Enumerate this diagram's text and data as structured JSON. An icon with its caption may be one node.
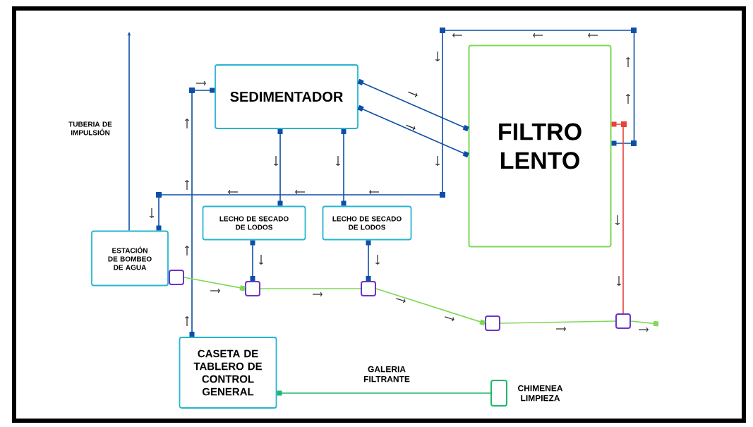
{
  "diagram": {
    "nodes": [
      {
        "text": [
          "SEDIMENTADOR"
        ]
      },
      {
        "text": [
          "FILTRO LENTO"
        ]
      },
      {
        "text": [
          "LECHO DE SECADO DE LODOS"
        ]
      },
      {
        "text": [
          "LECHO DE SECADO DE LODOS"
        ]
      },
      {
        "text": [
          "ESTACIÓN DE BOMBEO DE AGUA"
        ]
      },
      {
        "text": [
          "CASETA DE TABLERO DE CONTROL GENERAL"
        ]
      },
      {
        "text": [],
        "shape": "box",
        "beside": [
          "CHIMENEA LIMPIEZA"
        ]
      },
      {
        "text": [],
        "shape": "box"
      },
      {
        "text": [],
        "shape": "box"
      },
      {
        "text": [],
        "shape": "box"
      },
      {
        "text": [],
        "shape": "box"
      },
      {
        "text": [],
        "shape": "box"
      }
    ],
    "edges": [
      {
        "from": 5,
        "to": 0,
        "arrow": "other"
      },
      {
        "from": 0,
        "to": 1,
        "arrow": "other"
      },
      {
        "from": 0,
        "to": 1,
        "arrow": "other"
      },
      {
        "from": 0,
        "to": 2,
        "arrow": "other"
      },
      {
        "from": 0,
        "to": 3,
        "arrow": "other"
      },
      {
        "from": 1,
        "to": 4,
        "arrow": "other"
      },
      {
        "from": 2,
        "to": 8,
        "arrow": "other"
      },
      {
        "from": 3,
        "to": 9,
        "arrow": "other"
      },
      {
        "from": 7,
        "to": 8,
        "arrow": "other",
        "color": "#7ed957"
      },
      {
        "from": 8,
        "to": 9,
        "arrow": "none",
        "color": "#7ed957"
      },
      {
        "from": 9,
        "to": 10,
        "arrow": "other",
        "color": "#7ed957"
      },
      {
        "from": 10,
        "to": 11,
        "arrow": "none",
        "color": "#7ed957"
      },
      {
        "from": 11,
        "to": null,
        "arrow": "other",
        "color": "#7ed957"
      },
      {
        "from": 1,
        "to": 11,
        "arrow": "other",
        "color": "#e8423a"
      },
      {
        "from": 5,
        "to": 6,
        "arrow": "other",
        "color": "#1fb86e",
        "label": "GALERIA FILTRANTE"
      },
      {
        "from": 4,
        "to": null,
        "arrow": "to"
      }
    ],
    "labels": [
      "TUBERIA DE IMPULSIÓN"
    ]
  }
}
